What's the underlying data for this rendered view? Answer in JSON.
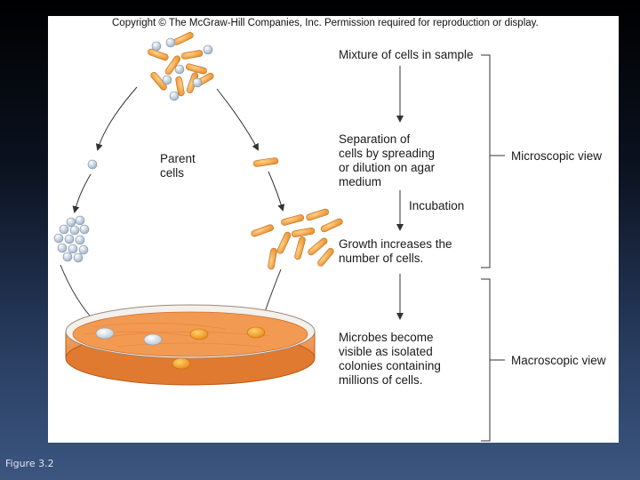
{
  "copyright": "Copyright © The McGraw-Hill Companies, Inc. Permission required for reproduction or display.",
  "labels": {
    "parent_cells": "Parent\ncells",
    "mixture": "Mixture of cells in sample",
    "separation": "Separation of\ncells by spreading\nor dilution on agar\nmedium",
    "incubation": "Incubation",
    "growth": "Growth increases the\nnumber of cells.",
    "colonies": "Microbes become\nvisible as isolated\ncolonies containing\nmillions of cells.",
    "microscopic_view": "Microscopic view",
    "macroscopic_view": "Macroscopic view"
  },
  "caption": "Figure 3.2",
  "colors": {
    "rod_cell": "#f0a040",
    "coccus_cell": "#c9d6e6",
    "agar": "#f09a50",
    "colony_orange": "#f5a020",
    "colony_white": "#e6ecf2"
  }
}
